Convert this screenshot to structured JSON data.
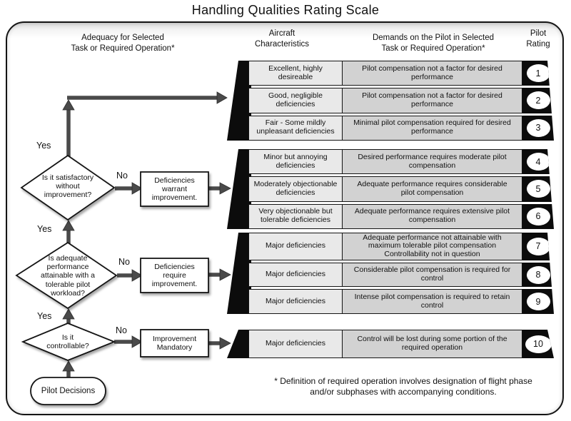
{
  "title": "Handling Qualities Rating Scale",
  "headers": {
    "adequacy": "Adequacy for Selected\nTask or Required  Operation*",
    "aircraft": "Aircraft\nCharacteristics",
    "demands": "Demands on the Pilot in Selected\nTask or Required Operation*",
    "pilot_rating": "Pilot\nRating"
  },
  "groups": [
    {
      "rows": [
        {
          "char": "Excellent, highly\ndesireable",
          "demand": "Pilot compensation not a factor for desired\nperformance",
          "rating": "1"
        },
        {
          "char": "Good, negligible\ndeficiencies",
          "demand": "Pilot compensation not a factor for desired\nperformance",
          "rating": "2"
        },
        {
          "char": "Fair - Some mildly\nunpleasant deficiencies",
          "demand": "Minimal pilot compensation required for desired\nperformance",
          "rating": "3"
        }
      ]
    },
    {
      "rows": [
        {
          "char": "Minor but annoying\ndeficiencies",
          "demand": "Desired performance requires moderate pilot\ncompensation",
          "rating": "4"
        },
        {
          "char": "Moderately objectionable\ndeficiencies",
          "demand": "Adequate performance requires considerable\npilot compensation",
          "rating": "5"
        },
        {
          "char": "Very objectionable but\ntolerable deficiencies",
          "demand": "Adequate performance requires extensive pilot\ncompensation",
          "rating": "6"
        }
      ]
    },
    {
      "rows": [
        {
          "char": "Major deficiencies",
          "demand": "Adequate performance not attainable with\nmaximum tolerable pilot compensation\nControllability not in question",
          "rating": "7"
        },
        {
          "char": "Major deficiencies",
          "demand": "Considerable pilot compensation is required for\ncontrol",
          "rating": "8"
        },
        {
          "char": "Major deficiencies",
          "demand": "Intense pilot compensation is required to retain\ncontrol",
          "rating": "9"
        }
      ]
    },
    {
      "rows": [
        {
          "char": "Major deficiencies",
          "demand": "Control will be lost during some portion of the\nrequired operation",
          "rating": "10"
        }
      ]
    }
  ],
  "flow": {
    "diamonds": [
      {
        "label": "Is it satisfactory\nwithout\nimprovement?"
      },
      {
        "label": "Is adequate\nperformance\nattainable with a\ntolerable pilot\nworkload?"
      },
      {
        "label": "Is it\ncontrollable?"
      }
    ],
    "boxes": [
      {
        "label": "Deficiencies\nwarrant\nimprovement."
      },
      {
        "label": "Deficiencies\nrequire\nimprovement."
      },
      {
        "label": "Improvement\nMandatory"
      }
    ],
    "pill": "Pilot Decisions",
    "yes": "Yes",
    "no": "No"
  },
  "footnote": "* Definition of required operation involves designation of flight phase\nand/or subphases with accompanying conditions.",
  "colors": {
    "banner_black": "#0c0c0c",
    "cell_light": "#e9e9e9",
    "cell_mid": "#d2d2d2",
    "arrow_gray": "#4a4a4a",
    "frame_shade": "#d9d9d9"
  }
}
